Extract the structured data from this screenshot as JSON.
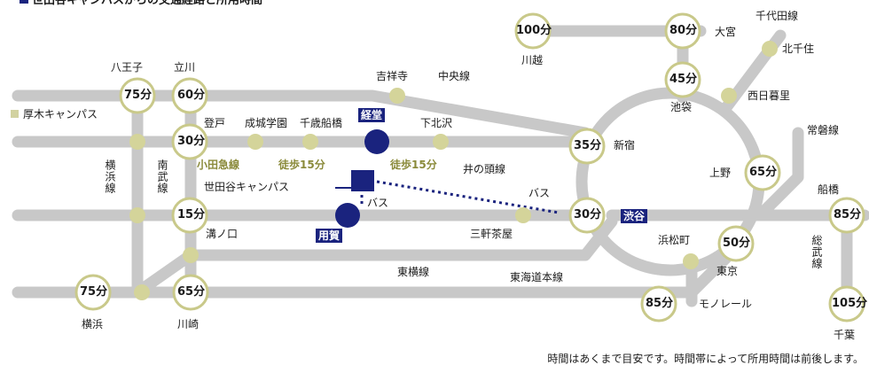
{
  "title": "世田谷キャンパスからの交通経路と所用時間",
  "note": "時間はあくまで目安です。時間帯によって所用時間は前後します。",
  "legend_atsugi": "厚木キャンパス",
  "campus_setagaya": "世田谷キャンパス",
  "campus_keido": "経堂",
  "campus_yoga": "用賀",
  "walk1": "徒歩15分",
  "walk2": "徒歩15分",
  "bus1": "バス",
  "bus2": "バス",
  "times": {
    "hachioji": "75分",
    "tachikawa": "60分",
    "noborito": "30分",
    "mizonokuchi": "15分",
    "yokohama": "75分",
    "kawasaki": "65分",
    "shinjuku": "35分",
    "shibuya": "30分",
    "kawagoe": "100分",
    "omiya": "80分",
    "ikebukuro": "45分",
    "ueno": "65分",
    "tokyo": "50分",
    "monorail": "85分",
    "funabashi": "85分",
    "chiba": "105分"
  },
  "stations": {
    "hachioji": "八王子",
    "tachikawa": "立川",
    "noborito": "登戸",
    "seijo": "成城学園",
    "chitose": "千歳船橋",
    "kichijoji": "吉祥寺",
    "shimokita": "下北沢",
    "shinjuku": "新宿",
    "shibuya": "渋谷",
    "sangenjaya": "三軒茶屋",
    "mizonokuchi": "溝ノ口",
    "yokohama": "横浜",
    "kawasaki": "川崎",
    "kawagoe": "川越",
    "omiya": "大宮",
    "ikebukuro": "池袋",
    "nishinippori": "西日暮里",
    "kitasenju": "北千住",
    "ueno": "上野",
    "hamamatsucho": "浜松町",
    "tokyo": "東京",
    "funabashi": "船橋",
    "chiba": "千葉"
  },
  "lines": {
    "chuo": "中央線",
    "odakyu": "小田急線",
    "inokashira": "井の頭線",
    "toyoko": "東横線",
    "tokaido": "東海道本線",
    "yokohama": "横浜線",
    "nambu": "南武線",
    "chiyoda": "千代田線",
    "joban": "常磐線",
    "sobu": "総武線",
    "monorail": "モノレール"
  },
  "colors": {
    "line": "#c8c8c8",
    "station": "#d4d49a",
    "ring": "#c9c98a",
    "campus": "#1a237e"
  }
}
